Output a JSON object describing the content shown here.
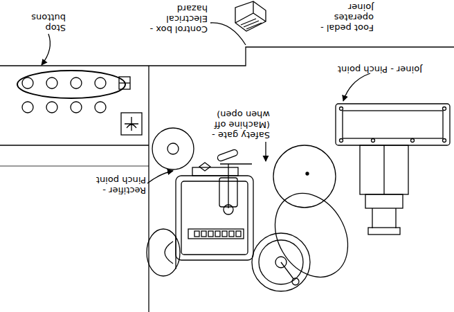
{
  "diagram": {
    "labels": [
      "Foot pedal - operates Joiner",
      "Joiner - Pinch point",
      "Control box - Electrical hazard",
      "Stop buttons",
      "Safety gate - (Machine off when open)",
      "Rectifier - Pinch point"
    ]
  }
}
